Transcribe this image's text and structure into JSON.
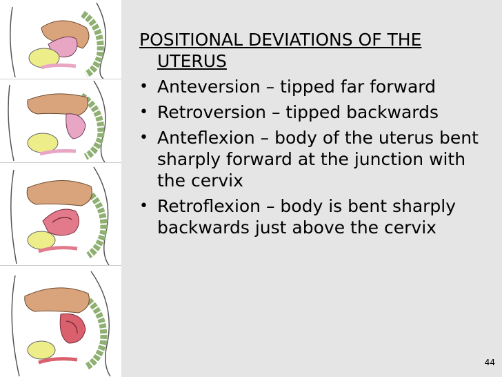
{
  "slide": {
    "title_line1": "POSITIONAL DEVIATIONS OF THE",
    "title_line2": "UTERUS",
    "bullets": [
      {
        "text": "Anteversion – tipped far forward"
      },
      {
        "text": "Retroversion – tipped backwards"
      },
      {
        "text": "Anteflexion – body of the uterus bent sharply forward at the junction with the cervix"
      },
      {
        "text": "Retroflexion – body is bent sharply backwards just above the cervix"
      }
    ],
    "bullet_symbol": "•",
    "page_number": "44"
  },
  "illustrations": [
    {
      "name": "anteversion-diagram",
      "uterus_color": "#e8a6c4"
    },
    {
      "name": "retroversion-diagram",
      "uterus_color": "#e8a6c4"
    },
    {
      "name": "anteflexion-diagram",
      "uterus_color": "#e37a8c"
    },
    {
      "name": "retroflexion-diagram",
      "uterus_color": "#d9606c"
    }
  ],
  "colors": {
    "background": "#e5e5e5",
    "intestine": "#d9a37b",
    "bladder": "#eded8a",
    "bone": "#a9c98a"
  }
}
